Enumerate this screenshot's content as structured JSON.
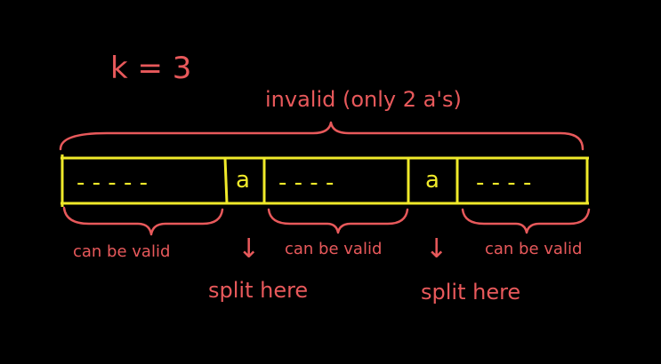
{
  "diagram": {
    "k_label": "k = 3",
    "invalid_label": "invalid (only 2 a's)",
    "cells": [
      {
        "text": "- - -   - -",
        "kind": "segment"
      },
      {
        "text": "a",
        "kind": "split-char"
      },
      {
        "text": "-  -  - -",
        "kind": "segment"
      },
      {
        "text": "a",
        "kind": "split-char"
      },
      {
        "text": "- - - -",
        "kind": "segment"
      }
    ],
    "segment_labels": [
      "can be valid",
      "can be valid",
      "can be valid"
    ],
    "split_labels": [
      "split here",
      "split here"
    ],
    "arrow_glyph": "↓",
    "colors": {
      "background": "#000000",
      "annotation": "#e8595b",
      "array": "#f0ea2a"
    }
  }
}
